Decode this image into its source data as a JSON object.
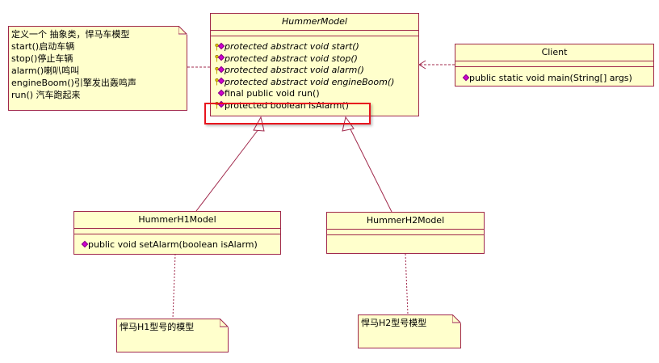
{
  "note_main": {
    "lines": [
      "定义一个 抽象类，悍马车模型",
      "start()启动车辆",
      "stop()停止车辆",
      "alarm()喇叭鸣叫",
      "engineBoom()引擎发出轰鸣声",
      "run() 汽车跑起来"
    ]
  },
  "hummer_model": {
    "name": "HummerModel",
    "operations": [
      {
        "text": "protected abstract void start()",
        "icon": "protected-key-icon",
        "italic": true
      },
      {
        "text": "protected abstract void stop()",
        "icon": "protected-key-icon",
        "italic": true
      },
      {
        "text": "protected abstract void alarm()",
        "icon": "protected-key-icon",
        "italic": true
      },
      {
        "text": "protected abstract void engineBoom()",
        "icon": "protected-key-icon",
        "italic": true
      },
      {
        "text": "final public void run()",
        "icon": "public-diamond-icon",
        "italic": false
      },
      {
        "text": "protected boolean isAlarm()",
        "icon": "protected-key-icon",
        "italic": false
      }
    ]
  },
  "client": {
    "name": "Client",
    "operations": [
      {
        "text": "public static void main(String[] args)",
        "icon": "public-diamond-icon"
      }
    ]
  },
  "h1": {
    "name": "HummerH1Model",
    "operations": [
      {
        "text": "public void setAlarm(boolean isAlarm)",
        "icon": "public-diamond-icon"
      }
    ]
  },
  "h2": {
    "name": "HummerH2Model"
  },
  "note_h1": {
    "text": "悍马H1型号的模型"
  },
  "note_h2": {
    "text": "悍马H2型号模型"
  },
  "colors": {
    "fill": "#ffffcc",
    "border": "#a0284b",
    "highlight": "#e8141e"
  }
}
